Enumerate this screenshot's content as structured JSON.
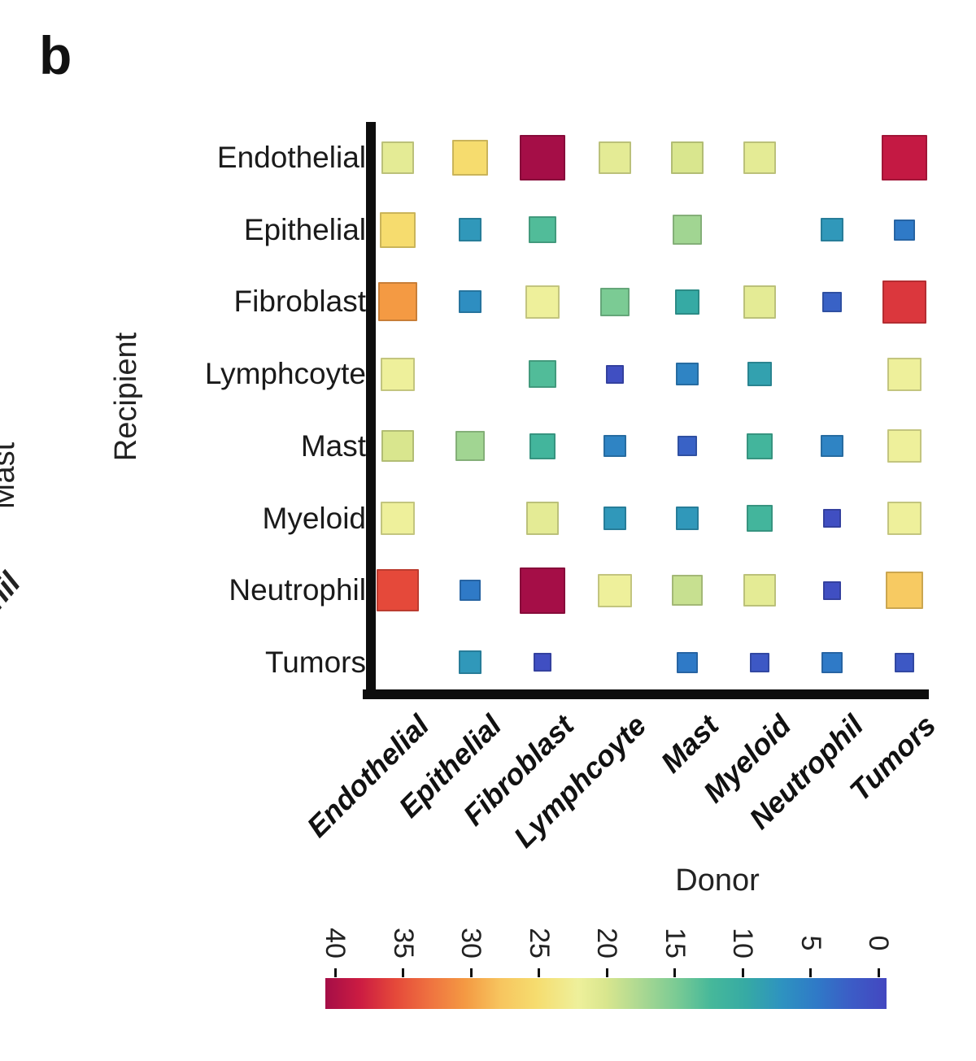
{
  "panel_label": "b",
  "margin_text": {
    "cropped_vertical": "Mast",
    "cropped_diagonal": "phil"
  },
  "chart_data": {
    "type": "heatmap",
    "title": "",
    "xlabel": "Donor",
    "ylabel": "Recipient",
    "x_categories": [
      "Endothelial",
      "Epithelial",
      "Fibroblast",
      "Lymphcoyte",
      "Mast",
      "Myeloid",
      "Neutrophil",
      "Tumors"
    ],
    "y_categories": [
      "Endothelial",
      "Epithelial",
      "Fibroblast",
      "Lymphcoyte",
      "Mast",
      "Myeloid",
      "Neutrophil",
      "Tumors"
    ],
    "values": [
      [
        21,
        25,
        40,
        21,
        20,
        21,
        null,
        38
      ],
      [
        25,
        8,
        13,
        null,
        17,
        null,
        8,
        5
      ],
      [
        30,
        7,
        22,
        15,
        10,
        21,
        3,
        36
      ],
      [
        22,
        null,
        13,
        1,
        6,
        9,
        null,
        22
      ],
      [
        20,
        17,
        12,
        6,
        3,
        12,
        6,
        22
      ],
      [
        22,
        null,
        21,
        8,
        8,
        12,
        1,
        22
      ],
      [
        35,
        5,
        40,
        22,
        19,
        21,
        1,
        27
      ],
      [
        null,
        8,
        1,
        null,
        5,
        2,
        5,
        2
      ]
    ],
    "value_range": [
      0,
      40
    ],
    "marker": "square",
    "size_encodes": "value",
    "grid": false,
    "legend_position": "bottom",
    "colorbar_ticks": [
      40,
      35,
      30,
      25,
      20,
      15,
      10,
      5,
      0
    ],
    "colormap_stops": [
      {
        "v": 0,
        "color": "#4347c0"
      },
      {
        "v": 2.5,
        "color": "#3c5cc6"
      },
      {
        "v": 5,
        "color": "#2f7ac7"
      },
      {
        "v": 7.5,
        "color": "#2e93c0"
      },
      {
        "v": 10,
        "color": "#36aaa4"
      },
      {
        "v": 12.5,
        "color": "#46b89a"
      },
      {
        "v": 15,
        "color": "#7bcb94"
      },
      {
        "v": 17.5,
        "color": "#abd892"
      },
      {
        "v": 20,
        "color": "#d9e68e"
      },
      {
        "v": 22,
        "color": "#eef09b"
      },
      {
        "v": 25,
        "color": "#f6dc6e"
      },
      {
        "v": 27.5,
        "color": "#f7c55f"
      },
      {
        "v": 30,
        "color": "#f49a43"
      },
      {
        "v": 32.5,
        "color": "#ef7340"
      },
      {
        "v": 35,
        "color": "#e5493a"
      },
      {
        "v": 37.5,
        "color": "#cc1c42"
      },
      {
        "v": 40,
        "color": "#a50e47"
      }
    ],
    "axis_color": "#0d0d0d"
  }
}
